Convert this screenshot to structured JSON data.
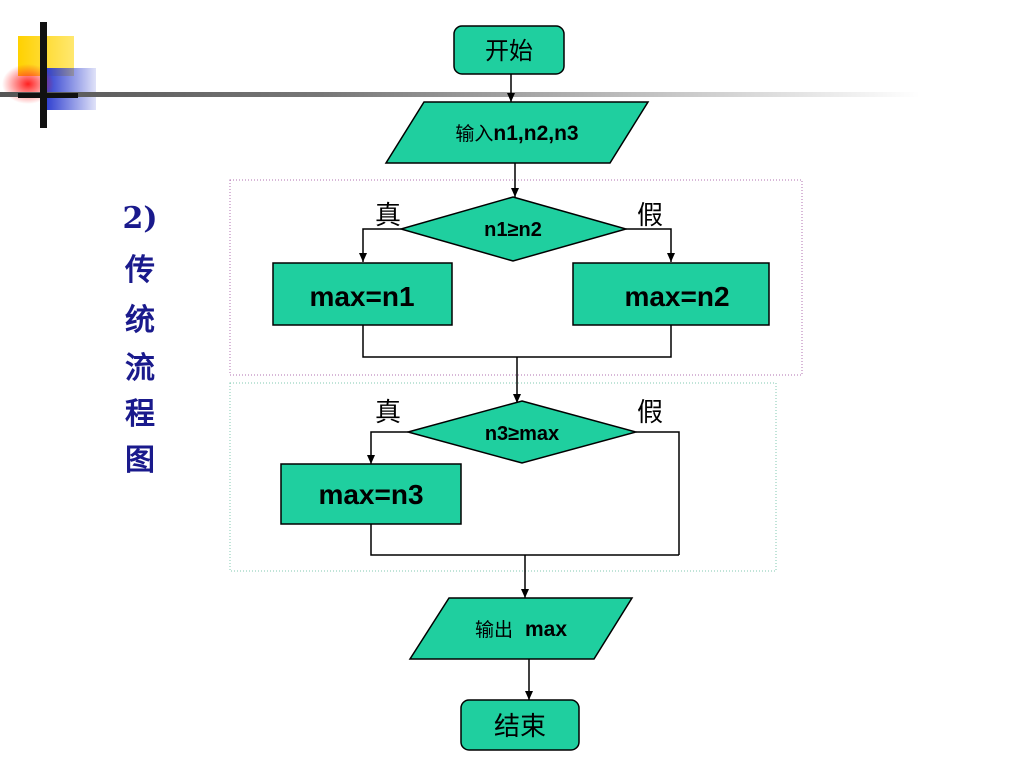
{
  "slide": {
    "section_title": "2)",
    "side_chars": [
      "传",
      "统",
      "流",
      "程",
      "图"
    ]
  },
  "flow": {
    "start": "开始",
    "input_prefix": "输入",
    "input_vars": "n1,n2,n3",
    "cond1": "n1≥n2",
    "true_label_1": "真",
    "false_label_1": "假",
    "assign_left_1": "max=n1",
    "assign_right_1": "max=n2",
    "cond2": "n3≥max",
    "true_label_2": "真",
    "false_label_2": "假",
    "assign_2": "max=n3",
    "output_prefix": "输出",
    "output_var": "max",
    "end": "结束"
  },
  "colors": {
    "shape_fill": "#1fcf9f",
    "shape_stroke": "#000000",
    "side_title": "#1a1a8c",
    "deco_yellow": "#ffd100",
    "deco_red": "#ff3b30",
    "deco_blue": "#3a4bd6",
    "group1_border": "#b070b0",
    "group2_border": "#80c8b0"
  }
}
